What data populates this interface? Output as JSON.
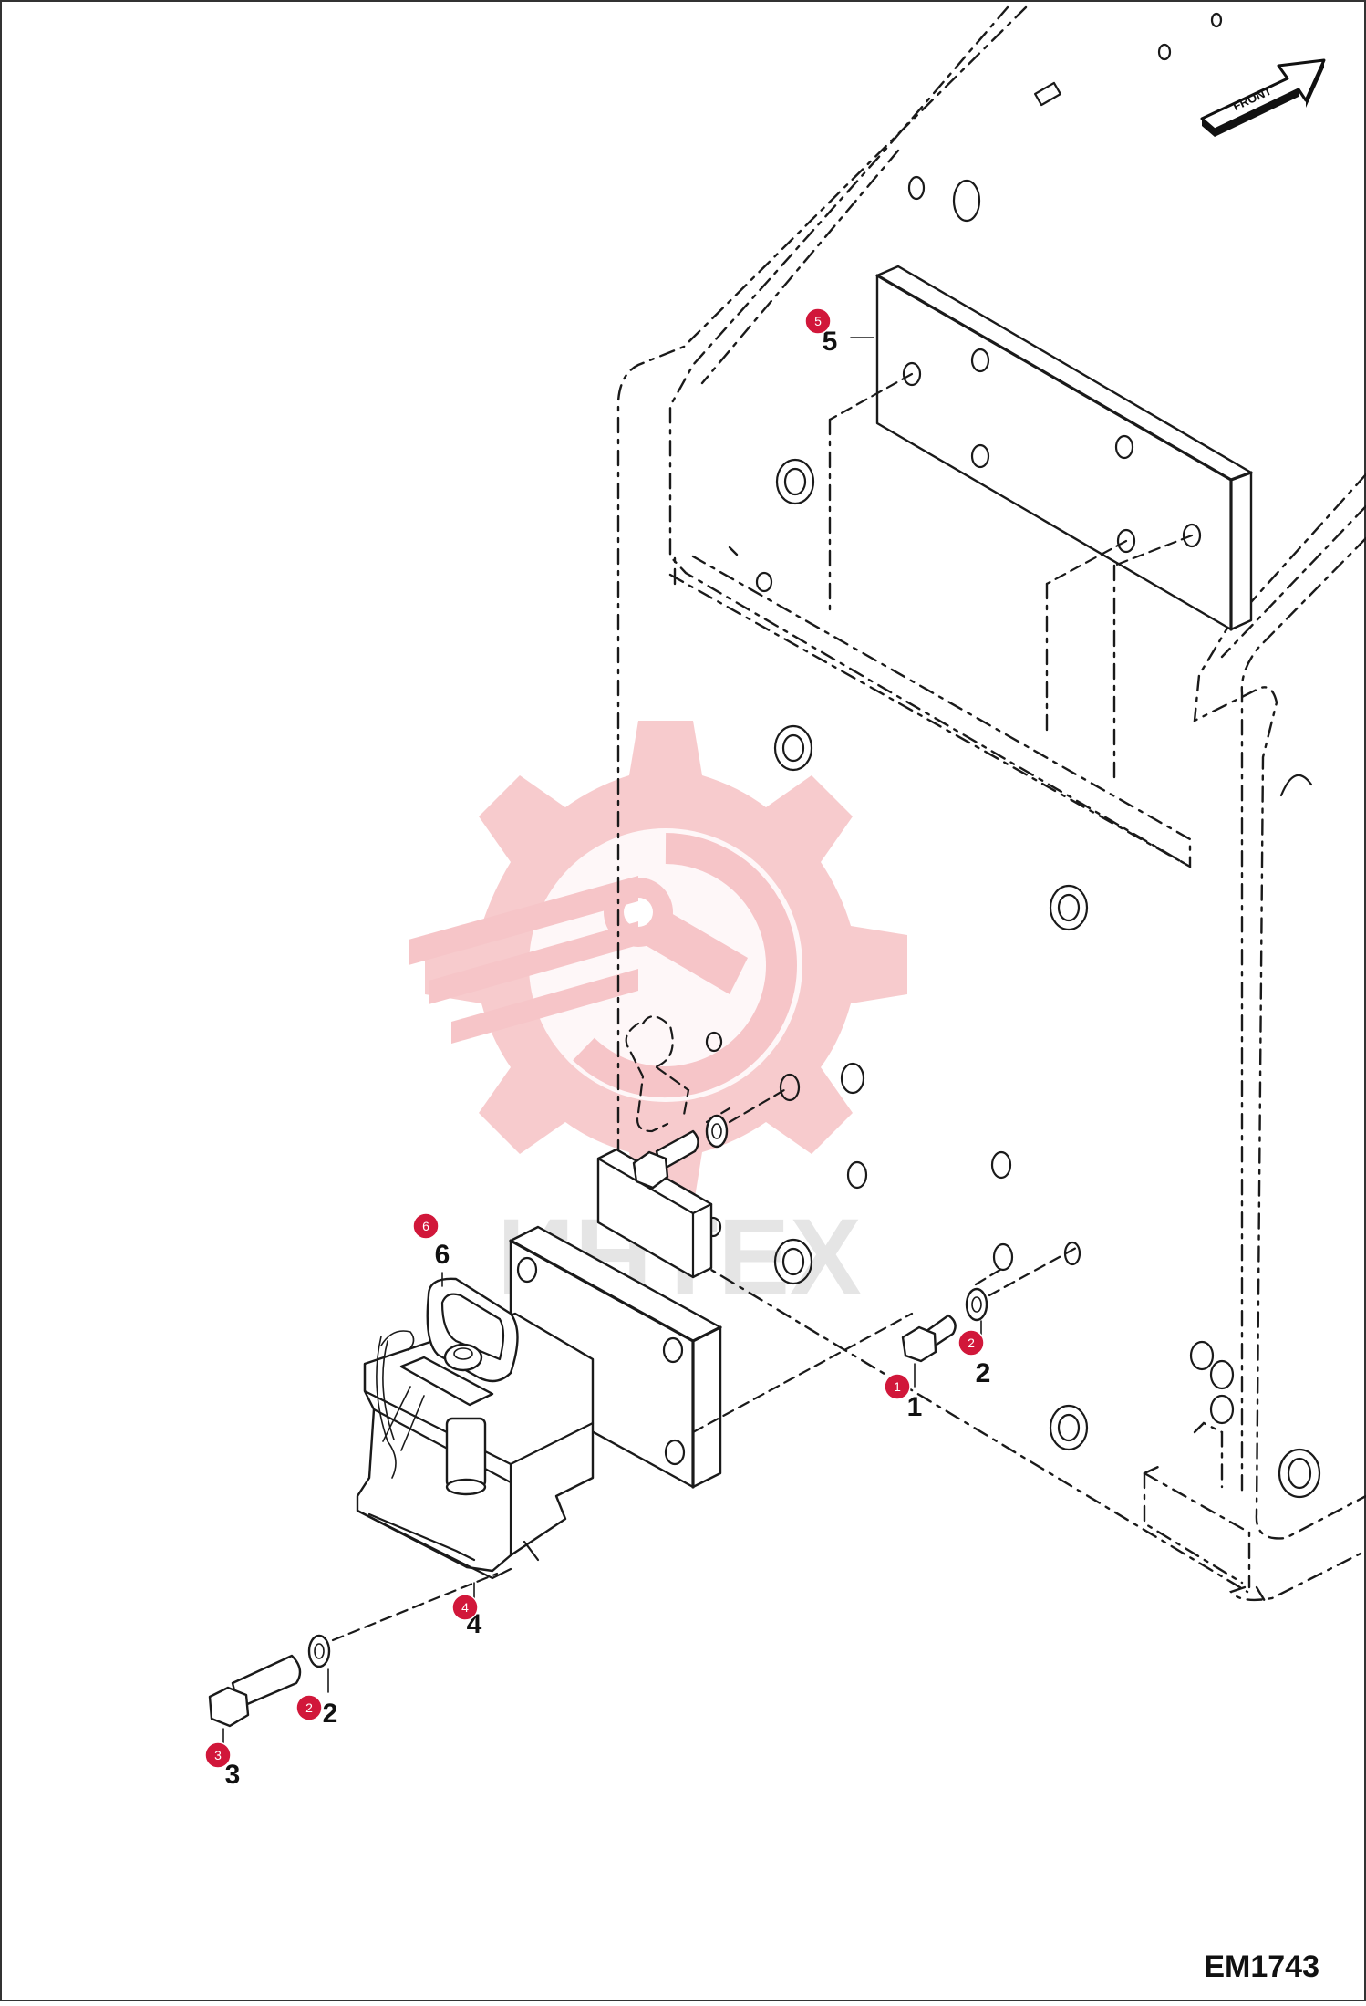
{
  "figure": {
    "reference_code": "EM1743",
    "front_label": "FRONT"
  },
  "watermark": {
    "text": "ИНТЕХ"
  },
  "callouts": [
    {
      "number": "1",
      "label": "1"
    },
    {
      "number": "2",
      "label": "2"
    },
    {
      "number": "3",
      "label": "3"
    },
    {
      "number": "4",
      "label": "4"
    },
    {
      "number": "5",
      "label": "5"
    },
    {
      "number": "6",
      "label": "6"
    }
  ],
  "extra_labels": {
    "lower_washer_label": "2",
    "lower_washer_callout": "2"
  },
  "colors": {
    "callout": "#d1173a",
    "watermark_gear": "#f6c5c8",
    "line": "#1a1a1a"
  }
}
